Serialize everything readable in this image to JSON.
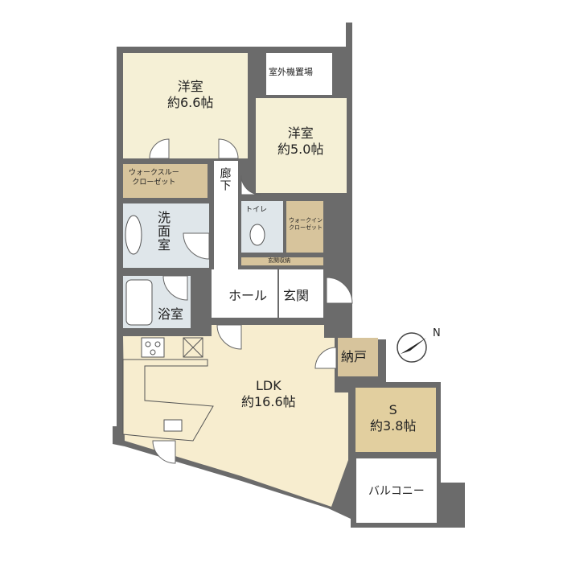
{
  "rooms": {
    "western_a": {
      "name": "洋室",
      "size": "約6.6帖"
    },
    "western_b": {
      "name": "洋室",
      "size": "約5.0帖"
    },
    "outdoor_unit": "室外機置場",
    "walk_through_closet": [
      "ウォークスルー",
      "クローゼット"
    ],
    "corridor": "廊下",
    "washroom": "洗面室",
    "toilet": "トイレ",
    "walk_in_closet": [
      "ウォークイン",
      "クローゼット"
    ],
    "entrance_storage": "玄関収納",
    "bathroom": "浴室",
    "hall": "ホール",
    "entrance": "玄関",
    "ldk": {
      "name": "LDK",
      "size": "約16.6帖"
    },
    "storage": "納戸",
    "s_room": {
      "name": "S",
      "size": "約3.8帖"
    },
    "balcony": "バルコニー"
  },
  "compass": {
    "label": "N"
  },
  "colors": {
    "wall": "#6b6b6b",
    "bedroom": "#f5f0d6",
    "ldk": "#f7edcf",
    "closet": "#d7c49c",
    "wet_area": "#dfe6ea",
    "plain": "#ffffff",
    "s_room": "#e2cf9f"
  }
}
